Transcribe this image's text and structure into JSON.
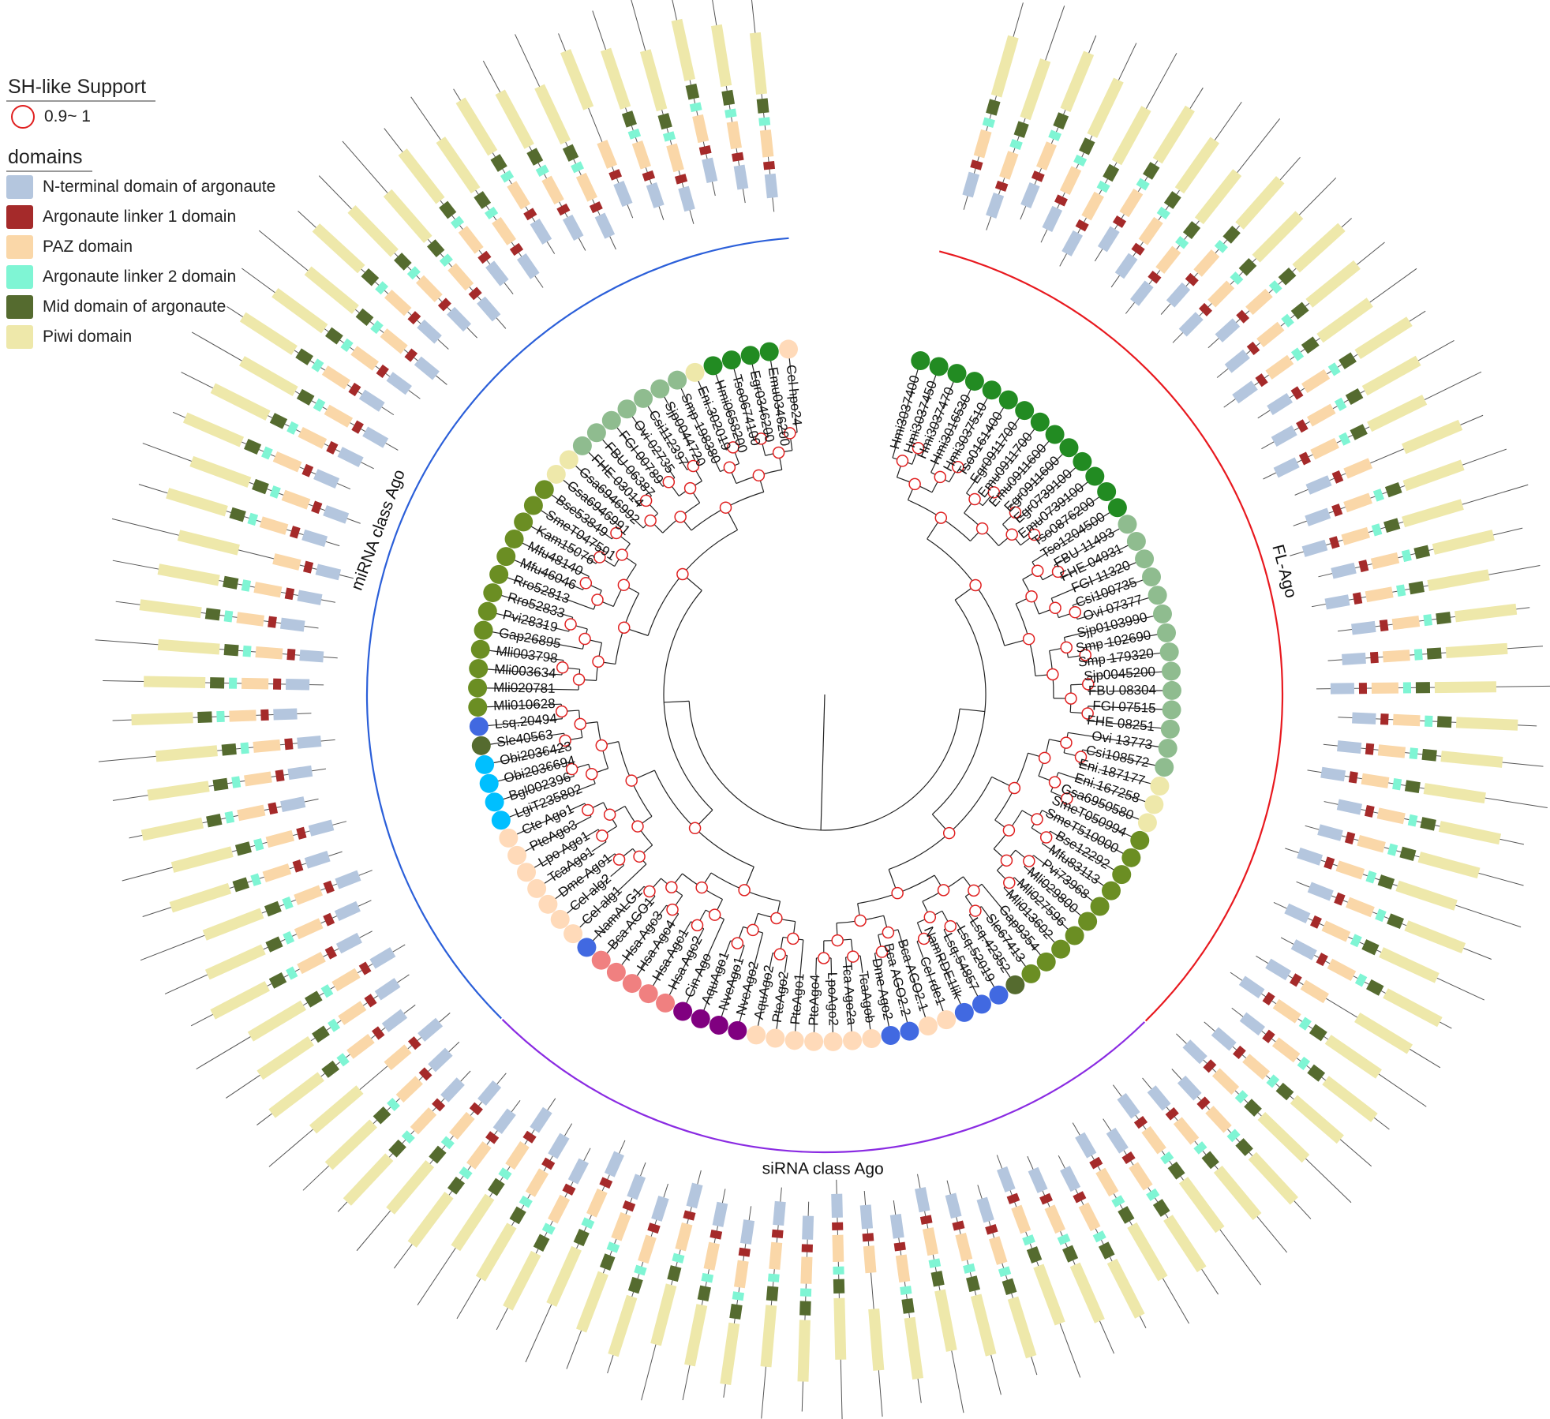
{
  "legend": {
    "support_title": "SH-like Support",
    "support_label": "0.9~ 1",
    "support_color": "#e02020",
    "domains_title": "domains",
    "domains": [
      {
        "key": "nterm",
        "label": "N-terminal domain of argonaute",
        "color": "#b4c6de"
      },
      {
        "key": "l1",
        "label": "Argonaute linker 1 domain",
        "color": "#a52a2a"
      },
      {
        "key": "paz",
        "label": "PAZ domain",
        "color": "#fad7a8"
      },
      {
        "key": "l2",
        "label": "Argonaute linker 2 domain",
        "color": "#7ff5d4"
      },
      {
        "key": "mid",
        "label": "Mid domain of argonaute",
        "color": "#556b2f"
      },
      {
        "key": "piwi",
        "label": "Piwi domain",
        "color": "#eee8aa"
      }
    ]
  },
  "clades": [
    {
      "key": "mirna",
      "label": "miRNA class Ago",
      "color": "#2b5fd9"
    },
    {
      "key": "sirna",
      "label": "siRNA class Ago",
      "color": "#8a2be2"
    },
    {
      "key": "flago",
      "label": "FL-Ago",
      "color": "#e8191f"
    }
  ],
  "group_colors": {
    "G1": "#228b22",
    "G2": "#8fbc8f",
    "G3": "#eee8aa",
    "G4": "#6b8e23",
    "G5": "#4169e1",
    "G6": "#556b2f",
    "G7": "#00bfff",
    "G8": "#ffdab9",
    "G9": "#f08080",
    "G10": "#800080"
  },
  "taxa": [
    {
      "name": "Cel hpo24",
      "group": "G8"
    },
    {
      "name": "Emu0346200",
      "group": "G1"
    },
    {
      "name": "Egr0346200",
      "group": "G1"
    },
    {
      "name": "Tso0674100",
      "group": "G1"
    },
    {
      "name": "Hmi0658200",
      "group": "G1"
    },
    {
      "name": "Eni.302019",
      "group": "G3"
    },
    {
      "name": "Smp 198380",
      "group": "G2"
    },
    {
      "name": "Sjp0044720",
      "group": "G2"
    },
    {
      "name": "Csi112397",
      "group": "G2"
    },
    {
      "name": "Ovi 02735",
      "group": "G2"
    },
    {
      "name": "FGI 00789",
      "group": "G2"
    },
    {
      "name": "FBU 06387",
      "group": "G2"
    },
    {
      "name": "FHE 03014",
      "group": "G2"
    },
    {
      "name": "Gsa6946992",
      "group": "G3"
    },
    {
      "name": "Gsa6946991",
      "group": "G3"
    },
    {
      "name": "Bse53849",
      "group": "G4"
    },
    {
      "name": "SmeT047591",
      "group": "G4"
    },
    {
      "name": "Kam15076",
      "group": "G4"
    },
    {
      "name": "Mfu48140",
      "group": "G4"
    },
    {
      "name": "Mfu46046",
      "group": "G4"
    },
    {
      "name": "Rro52813",
      "group": "G4"
    },
    {
      "name": "Rro52833",
      "group": "G4"
    },
    {
      "name": "Pvi28319",
      "group": "G4"
    },
    {
      "name": "Gap26895",
      "group": "G4"
    },
    {
      "name": "Mli003798",
      "group": "G4"
    },
    {
      "name": "Mli003634",
      "group": "G4"
    },
    {
      "name": "Mli020781",
      "group": "G4"
    },
    {
      "name": "Mli010628",
      "group": "G4"
    },
    {
      "name": "Lsq.20494",
      "group": "G5"
    },
    {
      "name": "Sle40563",
      "group": "G6"
    },
    {
      "name": "Obi2036423",
      "group": "G7"
    },
    {
      "name": "Obi2036694",
      "group": "G7"
    },
    {
      "name": "Bgl002396",
      "group": "G7"
    },
    {
      "name": "LgiT235802",
      "group": "G7"
    },
    {
      "name": "Cte Ago1",
      "group": "G8"
    },
    {
      "name": "PteAgo3",
      "group": "G8"
    },
    {
      "name": "Lpo Ago1",
      "group": "G8"
    },
    {
      "name": "TcaAgo1",
      "group": "G8"
    },
    {
      "name": "Dme Ago1",
      "group": "G8"
    },
    {
      "name": "Cel alg2",
      "group": "G8"
    },
    {
      "name": "Cel alg1",
      "group": "G8"
    },
    {
      "name": "NamALG1",
      "group": "G5"
    },
    {
      "name": "Bca AGO1",
      "group": "G9"
    },
    {
      "name": "Hsa Ago3",
      "group": "G9"
    },
    {
      "name": "Hsa Ago4",
      "group": "G9"
    },
    {
      "name": "Hsa Ago1",
      "group": "G9"
    },
    {
      "name": "Hsa Ago2",
      "group": "G9"
    },
    {
      "name": "Cin Ago",
      "group": "G10"
    },
    {
      "name": "AquAgo1",
      "group": "G10"
    },
    {
      "name": "NveAgo1",
      "group": "G10"
    },
    {
      "name": "NveAgo2",
      "group": "G10"
    },
    {
      "name": "AquAgo2",
      "group": "G8"
    },
    {
      "name": "PteAgo2",
      "group": "G8"
    },
    {
      "name": "PteAgo1",
      "group": "G8"
    },
    {
      "name": "PteAgo4",
      "group": "G8"
    },
    {
      "name": "LpoAgo2",
      "group": "G8"
    },
    {
      "name": "Tca Ago2a",
      "group": "G8"
    },
    {
      "name": "TcaAgob",
      "group": "G8"
    },
    {
      "name": "Dme Ago2",
      "group": "G5"
    },
    {
      "name": "Bca AGO2.2",
      "group": "G5"
    },
    {
      "name": "Bca AGO2.1",
      "group": "G8"
    },
    {
      "name": "Cel rde1",
      "group": "G8"
    },
    {
      "name": "NamRDE1lik",
      "group": "G5"
    },
    {
      "name": "Lsq.54857",
      "group": "G5"
    },
    {
      "name": "Lsq.52019",
      "group": "G5"
    },
    {
      "name": "Lsq.42352",
      "group": "G6"
    },
    {
      "name": "Sle67413",
      "group": "G4"
    },
    {
      "name": "Gap9354",
      "group": "G4"
    },
    {
      "name": "Mli013602",
      "group": "G4"
    },
    {
      "name": "Mli027596",
      "group": "G4"
    },
    {
      "name": "Mli029800",
      "group": "G4"
    },
    {
      "name": "Pvi73968",
      "group": "G4"
    },
    {
      "name": "Mfu83113",
      "group": "G4"
    },
    {
      "name": "Bse12292",
      "group": "G4"
    },
    {
      "name": "SmeT510000",
      "group": "G4"
    },
    {
      "name": "SmeT050994",
      "group": "G4"
    },
    {
      "name": "Gsa6950580",
      "group": "G3"
    },
    {
      "name": "Eni.167258",
      "group": "G3"
    },
    {
      "name": "Eni.187177",
      "group": "G3"
    },
    {
      "name": "Csi108572",
      "group": "G2"
    },
    {
      "name": "Ovi 13773",
      "group": "G2"
    },
    {
      "name": "FHE 08251",
      "group": "G2"
    },
    {
      "name": "FGI 07515",
      "group": "G2"
    },
    {
      "name": "FBU 08304",
      "group": "G2"
    },
    {
      "name": "Sjp0045200",
      "group": "G2"
    },
    {
      "name": "Smp 179320",
      "group": "G2"
    },
    {
      "name": "Smp 102690",
      "group": "G2"
    },
    {
      "name": "Sjp0103990",
      "group": "G2"
    },
    {
      "name": "Ovi 07377",
      "group": "G2"
    },
    {
      "name": "Csi100735",
      "group": "G2"
    },
    {
      "name": "FGI 11320",
      "group": "G2"
    },
    {
      "name": "FHE 04931",
      "group": "G2"
    },
    {
      "name": "FBU 11493",
      "group": "G2"
    },
    {
      "name": "Tso1204500",
      "group": "G1"
    },
    {
      "name": "Tso0876200",
      "group": "G1"
    },
    {
      "name": "Emu0739100",
      "group": "G1"
    },
    {
      "name": "Egr0739100",
      "group": "G1"
    },
    {
      "name": "Egr0911600",
      "group": "G1"
    },
    {
      "name": "Emu0911600",
      "group": "G1"
    },
    {
      "name": "Emu0911700",
      "group": "G1"
    },
    {
      "name": "Egr0911700",
      "group": "G1"
    },
    {
      "name": "Tso0161400",
      "group": "G1"
    },
    {
      "name": "Hmi3037510",
      "group": "G1"
    },
    {
      "name": "Hmi3016530",
      "group": "G1"
    },
    {
      "name": "Hmi3037470",
      "group": "G1"
    },
    {
      "name": "Hmi3037450",
      "group": "G1"
    },
    {
      "name": "Hmi3037400",
      "group": "G1"
    }
  ]
}
